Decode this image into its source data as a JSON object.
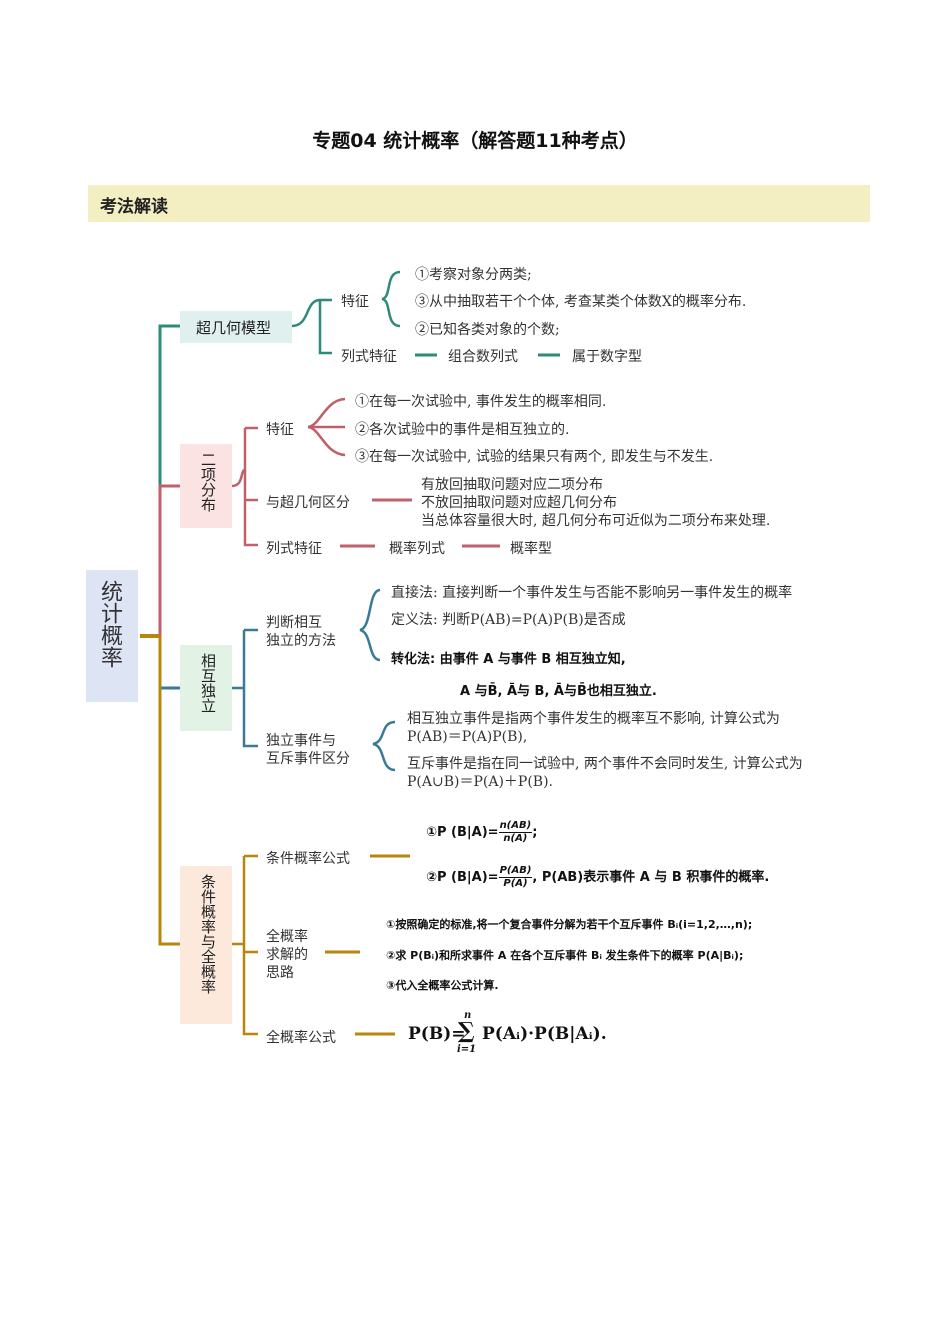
{
  "title": "专题04 统计概率（解答题11种考点）",
  "section": "考法解读",
  "root": "统计概率",
  "branch1": {
    "label": "超几何模型",
    "feature_label": "特征",
    "features": [
      "①考察对象分两类;",
      "③从中抽取若干个个体, 考查某类个体数X的概率分布.",
      "②已知各类对象的个数;"
    ],
    "formula_chain": [
      "列式特征",
      "组合数列式",
      "属于数字型"
    ]
  },
  "branch2": {
    "label": "二项分布",
    "feature_label": "特征",
    "features": [
      "①在每一次试验中, 事件发生的概率相同.",
      "②各次试验中的事件是相互独立的.",
      "③在每一次试验中, 试验的结果只有两个, 即发生与不发生."
    ],
    "diff_label": "与超几何区分",
    "diffs": [
      "有放回抽取问题对应二项分布",
      "不放回抽取问题对应超几何分布",
      "当总体容量很大时, 超几何分布可近似为二项分布来处理."
    ],
    "formula_chain": [
      "列式特征",
      "概率列式",
      "概率型"
    ]
  },
  "branch3": {
    "label": "相互独立",
    "method_label_1": "判断相互",
    "method_label_2": "独立的方法",
    "methods": [
      "直接法: 直接判断一个事件发生与否能不影响另一事件发生的概率",
      "定义法: 判断P(AB)=P(A)P(B)是否成"
    ],
    "transform": "转化法: 由事件 A 与事件 B 相互独立知,",
    "transform2": "A 与B̄, Ā与 B, Ā与B̄也相互独立.",
    "diff_label_1": "独立事件与",
    "diff_label_2": "互斥事件区分",
    "diffs": [
      "相互独立事件是指两个事件发生的概率互不影响, 计算公式为",
      "P(AB)＝P(A)P(B),",
      "互斥事件是指在同一试验中, 两个事件不会同时发生, 计算公式为",
      "P(A∪B)＝P(A)＋P(B)."
    ]
  },
  "branch4": {
    "label": "条件概率与全概率",
    "cond_label": "条件概率公式",
    "cond_f1_prefix": "①P (B|A)=",
    "cond_f1_num": "n(AB)",
    "cond_f1_den": "n(A)",
    "cond_f1_suffix": ";",
    "cond_f2_prefix": "②P (B|A)=",
    "cond_f2_num": "P(AB)",
    "cond_f2_den": "P(A)",
    "cond_f2_suffix": ", P(AB)表示事件 A 与 B 积事件的概率.",
    "total_label_1": "全概率",
    "total_label_2": "求解的",
    "total_label_3": "思路",
    "steps": [
      "①按照确定的标准,将一个复合事件分解为若干个互斥事件 Bᵢ(i=1,2,…,n);",
      "②求 P(Bᵢ)和所求事件 A 在各个互斥事件 Bᵢ 发生条件下的概率 P(A|Bᵢ);",
      "③代入全概率公式计算."
    ],
    "formula_label": "全概率公式",
    "formula_lhs": "P(B)=",
    "formula_sum_top": "n",
    "formula_sum_bottom": "i=1",
    "formula_rhs": "P(Aᵢ)·P(B|Aᵢ)."
  }
}
